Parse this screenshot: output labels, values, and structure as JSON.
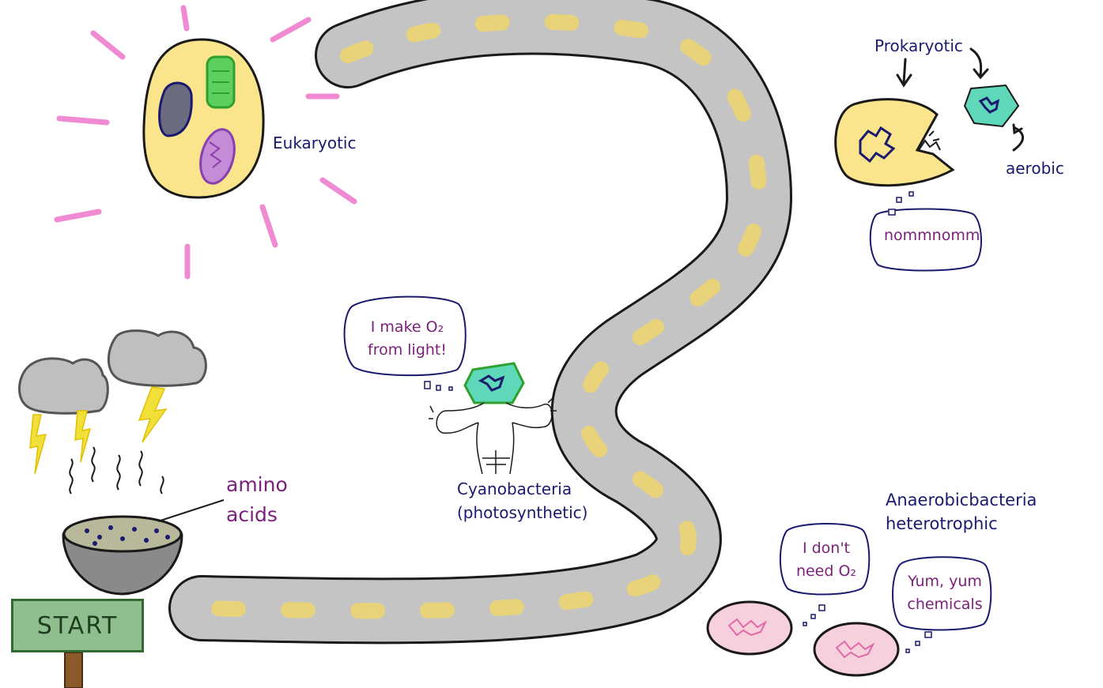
{
  "labels": {
    "eukaryotic": "Eukaryotic",
    "prokaryotic": "Prokaryotic",
    "aerobic": "aerobic",
    "nommnomm": "nommnomm",
    "bubble_cyano_line1": "I make O₂",
    "bubble_cyano_line2": "from light!",
    "cyano_line1": "Cyanobacteria",
    "cyano_line2": "(photosynthetic)",
    "amino_line1": "amino",
    "amino_line2": "acids",
    "anaerobic_line1": "Anaerobicbacteria",
    "anaerobic_line2": "heterotrophic",
    "bubble_o2_line1": "I don't",
    "bubble_o2_line2": "need O₂",
    "bubble_yum_line1": "Yum, yum",
    "bubble_yum_line2": "chemicals",
    "start": "START"
  },
  "colors": {
    "road": "#c4c4c4",
    "road_dash": "#e8d27a",
    "cell_yellow": "#fae58c",
    "sun_rays": "#f08ad2",
    "cyano_green": "#5ed8b8",
    "anaerobe_pink": "#f6d0dc",
    "storm_cloud": "#bfbfbf",
    "lightning": "#f2e03a",
    "sign_green": "#8fbf8f"
  }
}
